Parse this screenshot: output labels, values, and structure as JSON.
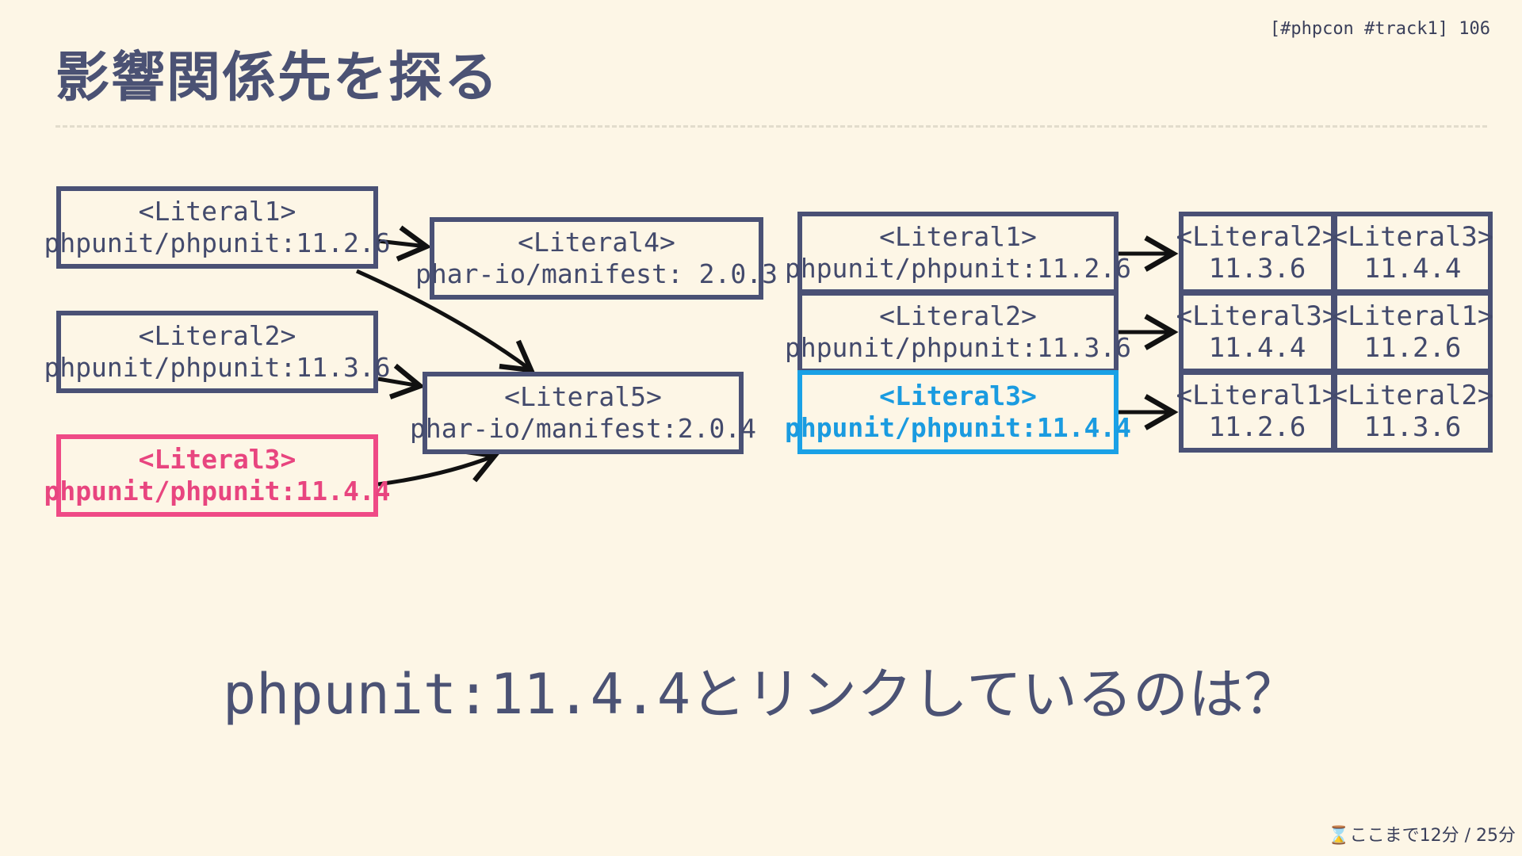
{
  "header": {
    "title": "影響関係先を探る",
    "tag": "[#phpcon #track1] 106"
  },
  "left_diagram": {
    "node1": {
      "label": "<Literal1>",
      "value": "phpunit/phpunit:11.2.6"
    },
    "node2": {
      "label": "<Literal2>",
      "value": "phpunit/phpunit:11.3.6"
    },
    "node3": {
      "label": "<Literal3>",
      "value": "phpunit/phpunit:11.4.4"
    },
    "node4": {
      "label": "<Literal4>",
      "value": "phar-io/manifest: 2.0.3"
    },
    "node5": {
      "label": "<Literal5>",
      "value": "phar-io/manifest:2.0.4"
    }
  },
  "right_diagram": {
    "rows": [
      {
        "label": "<Literal1>",
        "value": "phpunit/phpunit:11.2.6",
        "cells": [
          {
            "label": "<Literal2>",
            "value": "11.3.6"
          },
          {
            "label": "<Literal3>",
            "value": "11.4.4"
          }
        ]
      },
      {
        "label": "<Literal2>",
        "value": "phpunit/phpunit:11.3.6",
        "cells": [
          {
            "label": "<Literal3>",
            "value": "11.4.4"
          },
          {
            "label": "<Literal1>",
            "value": "11.2.6"
          }
        ]
      },
      {
        "label": "<Literal3>",
        "value": "phpunit/phpunit:11.4.4",
        "cells": [
          {
            "label": "<Literal1>",
            "value": "11.2.6"
          },
          {
            "label": "<Literal2>",
            "value": "11.3.6"
          }
        ]
      }
    ]
  },
  "question": "phpunit:11.4.4とリンクしているのは？",
  "footer": {
    "icon": "hourglass-icon",
    "icon_glyph": "⌛",
    "text": "ここまで12分 / 25分"
  },
  "colors": {
    "background": "#fdf6e6",
    "box_border": "#4a5175",
    "highlight_pink": "#ef4a86",
    "highlight_blue": "#1aa1e6"
  }
}
